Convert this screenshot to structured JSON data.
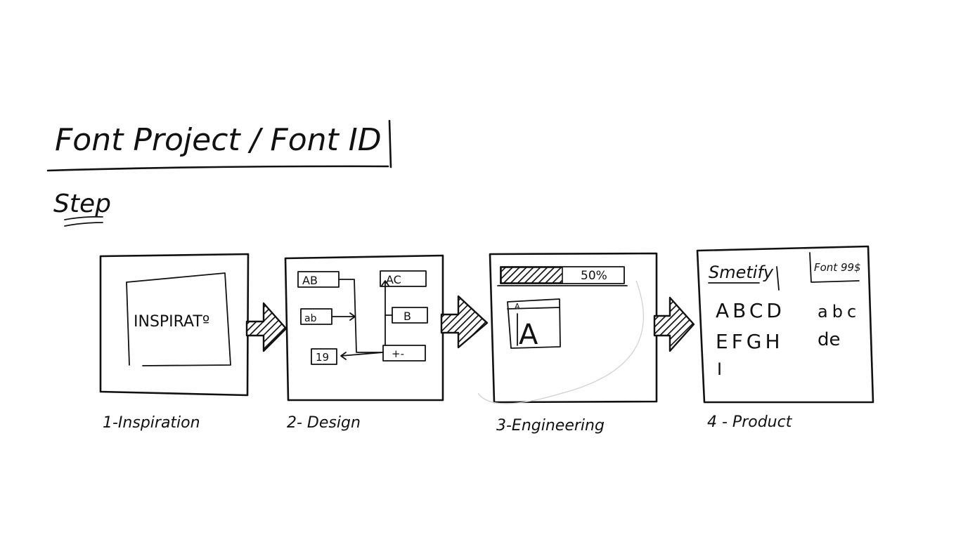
{
  "title": "Font Project / Font ID",
  "section": "Step",
  "steps": [
    {
      "caption": "1-Inspiration",
      "inner_text": "INSPIRATº"
    },
    {
      "caption": "2- Design",
      "nodes": [
        "AB",
        "AC",
        "ab",
        "B",
        "19",
        "+-"
      ]
    },
    {
      "caption": "3-Engineering",
      "progress_label": "50%",
      "progress_fraction": 0.5,
      "glyph": "A",
      "glyph_tab": "A"
    },
    {
      "caption": "4 - Product",
      "product_name": "Smetify",
      "tag": "Font 99$",
      "sample_upper": [
        "ABCD",
        "EFGH",
        "I"
      ],
      "sample_lower": [
        "abc",
        "de"
      ]
    }
  ],
  "colors": {
    "ink": "#111111",
    "background": "#ffffff",
    "hatch": "#111111"
  }
}
